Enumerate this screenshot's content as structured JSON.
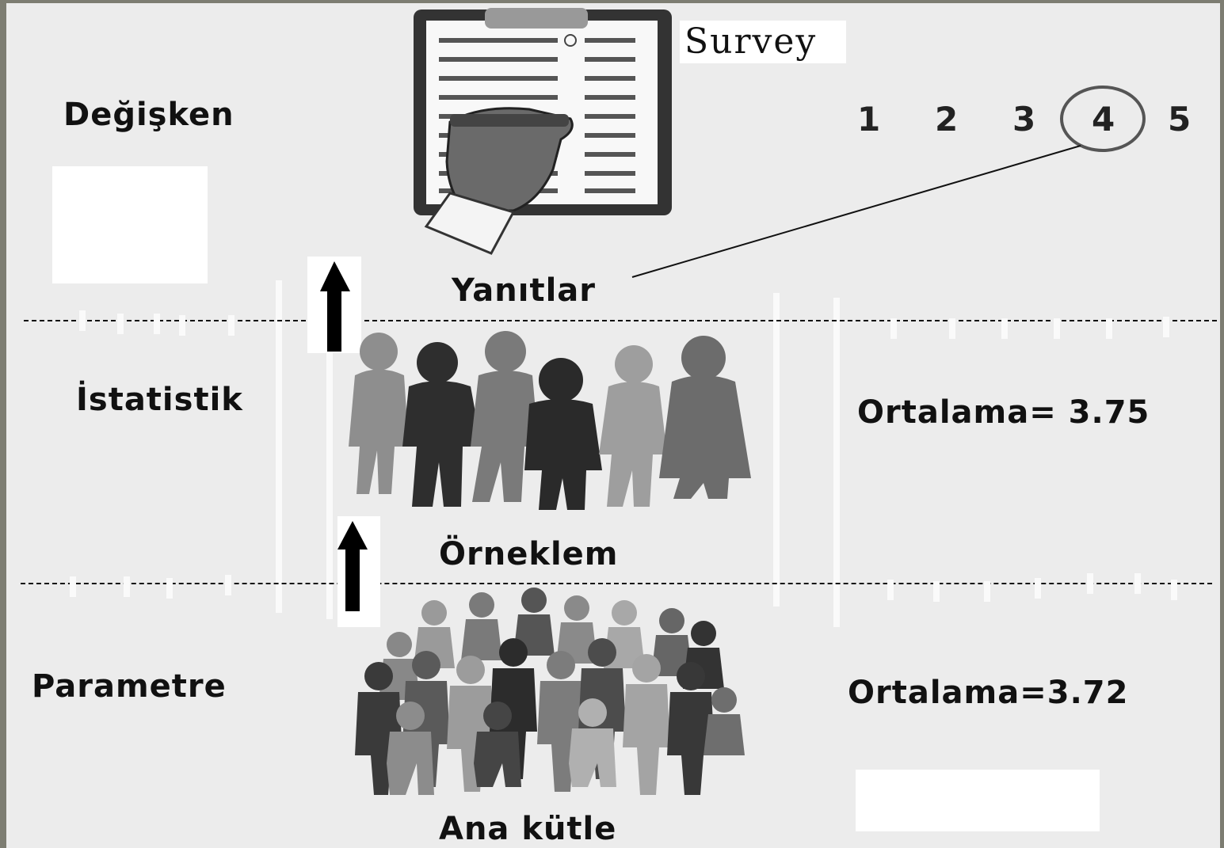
{
  "labels": {
    "variable": "Değişken",
    "statistic": "İstatistik",
    "parameter": "Parametre",
    "responses": "Yanıtlar",
    "sample": "Örneklem",
    "population": "Ana kütle",
    "survey": "Survey"
  },
  "scale": {
    "values": [
      "1",
      "2",
      "3",
      "4",
      "5"
    ],
    "selected": "4"
  },
  "sample_mean": "Ortalama= 3.75",
  "population_mean": "Ortalama=3.72",
  "colors": {
    "background": "#ececec",
    "frame": "#7d7d72",
    "ink": "#111111"
  },
  "icons": [
    "clipboard-hand-icon",
    "sample-people-icon",
    "population-crowd-icon",
    "arrow-up-icon"
  ]
}
